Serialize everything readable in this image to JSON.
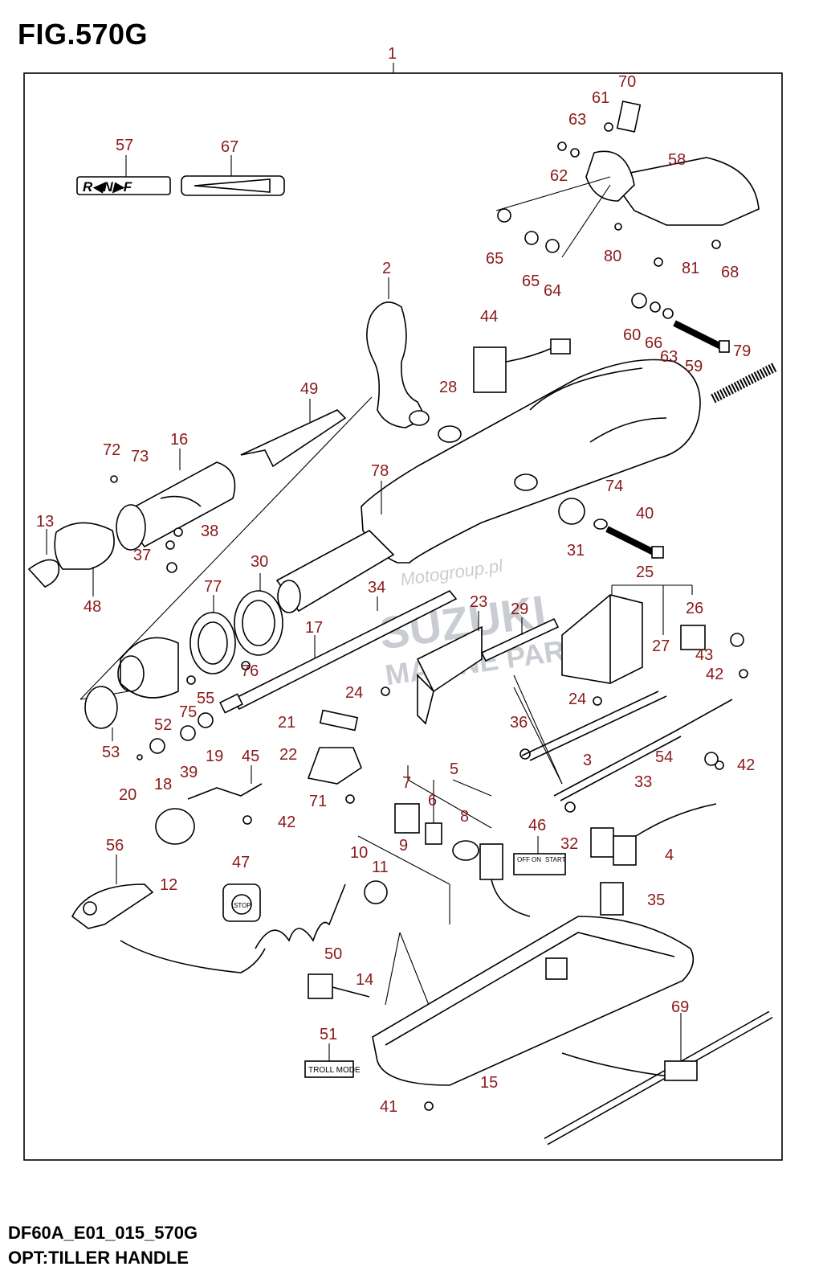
{
  "figure": {
    "title": "FIG.570G",
    "code": "DF60A_E01_015_570G",
    "name": "OPT:TILLER HANDLE"
  },
  "decals": {
    "shift": "R◀N▶F",
    "stop": "STOP",
    "troll": "TROLL MODE",
    "off": "OFF",
    "on": "ON",
    "start": "START"
  },
  "watermark": {
    "site": "Motogroup.pl",
    "brand": "SUZUKI",
    "sub": "MARINE PARTS"
  },
  "callouts": [
    {
      "id": "c1",
      "label": "1"
    },
    {
      "id": "c2",
      "label": "2"
    },
    {
      "id": "c3",
      "label": "3"
    },
    {
      "id": "c4",
      "label": "4"
    },
    {
      "id": "c5",
      "label": "5"
    },
    {
      "id": "c6",
      "label": "6"
    },
    {
      "id": "c7",
      "label": "7"
    },
    {
      "id": "c8",
      "label": "8"
    },
    {
      "id": "c9",
      "label": "9"
    },
    {
      "id": "c10",
      "label": "10"
    },
    {
      "id": "c11",
      "label": "11"
    },
    {
      "id": "c12",
      "label": "12"
    },
    {
      "id": "c13",
      "label": "13"
    },
    {
      "id": "c14",
      "label": "14"
    },
    {
      "id": "c15",
      "label": "15"
    },
    {
      "id": "c16",
      "label": "16"
    },
    {
      "id": "c17",
      "label": "17"
    },
    {
      "id": "c18",
      "label": "18"
    },
    {
      "id": "c19",
      "label": "19"
    },
    {
      "id": "c20",
      "label": "20"
    },
    {
      "id": "c21",
      "label": "21"
    },
    {
      "id": "c22",
      "label": "22"
    },
    {
      "id": "c23",
      "label": "23"
    },
    {
      "id": "c24a",
      "label": "24"
    },
    {
      "id": "c24b",
      "label": "24"
    },
    {
      "id": "c25",
      "label": "25"
    },
    {
      "id": "c26",
      "label": "26"
    },
    {
      "id": "c27",
      "label": "27"
    },
    {
      "id": "c28",
      "label": "28"
    },
    {
      "id": "c29",
      "label": "29"
    },
    {
      "id": "c30",
      "label": "30"
    },
    {
      "id": "c31",
      "label": "31"
    },
    {
      "id": "c32",
      "label": "32"
    },
    {
      "id": "c33",
      "label": "33"
    },
    {
      "id": "c34",
      "label": "34"
    },
    {
      "id": "c35",
      "label": "35"
    },
    {
      "id": "c36",
      "label": "36"
    },
    {
      "id": "c37",
      "label": "37"
    },
    {
      "id": "c38",
      "label": "38"
    },
    {
      "id": "c39",
      "label": "39"
    },
    {
      "id": "c40",
      "label": "40"
    },
    {
      "id": "c41",
      "label": "41"
    },
    {
      "id": "c42a",
      "label": "42"
    },
    {
      "id": "c42b",
      "label": "42"
    },
    {
      "id": "c42c",
      "label": "42"
    },
    {
      "id": "c43",
      "label": "43"
    },
    {
      "id": "c44",
      "label": "44"
    },
    {
      "id": "c45",
      "label": "45"
    },
    {
      "id": "c46",
      "label": "46"
    },
    {
      "id": "c47",
      "label": "47"
    },
    {
      "id": "c48",
      "label": "48"
    },
    {
      "id": "c49",
      "label": "49"
    },
    {
      "id": "c50",
      "label": "50"
    },
    {
      "id": "c51",
      "label": "51"
    },
    {
      "id": "c52",
      "label": "52"
    },
    {
      "id": "c53",
      "label": "53"
    },
    {
      "id": "c54",
      "label": "54"
    },
    {
      "id": "c55",
      "label": "55"
    },
    {
      "id": "c56",
      "label": "56"
    },
    {
      "id": "c57",
      "label": "57"
    },
    {
      "id": "c58",
      "label": "58"
    },
    {
      "id": "c59",
      "label": "59"
    },
    {
      "id": "c60",
      "label": "60"
    },
    {
      "id": "c61",
      "label": "61"
    },
    {
      "id": "c62",
      "label": "62"
    },
    {
      "id": "c63a",
      "label": "63"
    },
    {
      "id": "c63b",
      "label": "63"
    },
    {
      "id": "c64",
      "label": "64"
    },
    {
      "id": "c65a",
      "label": "65"
    },
    {
      "id": "c65b",
      "label": "65"
    },
    {
      "id": "c66",
      "label": "66"
    },
    {
      "id": "c67",
      "label": "67"
    },
    {
      "id": "c68",
      "label": "68"
    },
    {
      "id": "c69",
      "label": "69"
    },
    {
      "id": "c70",
      "label": "70"
    },
    {
      "id": "c71",
      "label": "71"
    },
    {
      "id": "c72",
      "label": "72"
    },
    {
      "id": "c73",
      "label": "73"
    },
    {
      "id": "c74",
      "label": "74"
    },
    {
      "id": "c75",
      "label": "75"
    },
    {
      "id": "c76",
      "label": "76"
    },
    {
      "id": "c77",
      "label": "77"
    },
    {
      "id": "c78",
      "label": "78"
    },
    {
      "id": "c79",
      "label": "79"
    },
    {
      "id": "c80",
      "label": "80"
    },
    {
      "id": "c81",
      "label": "81"
    }
  ]
}
